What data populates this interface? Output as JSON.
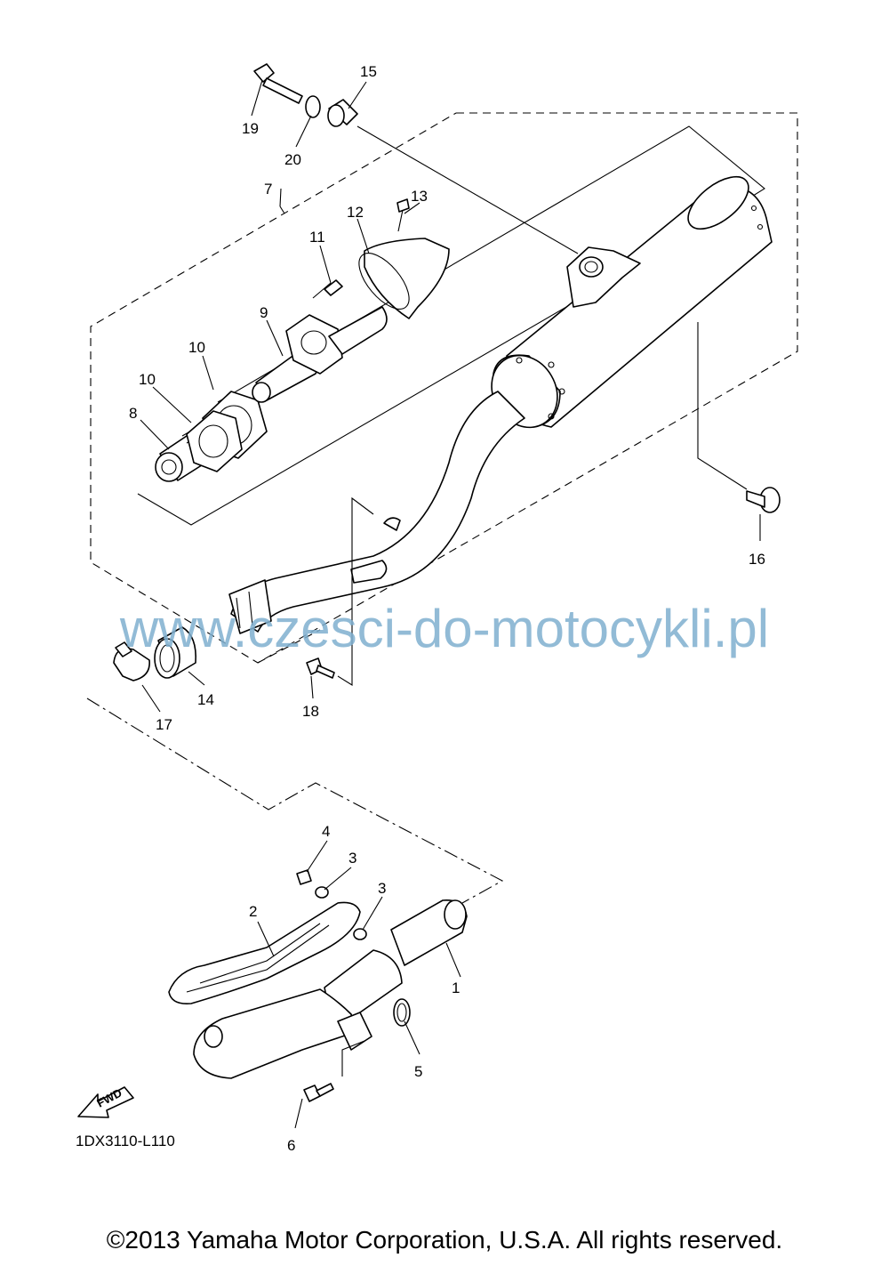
{
  "diagram": {
    "drawing_code": "1DX3110-L110",
    "fwd_label": "FWD",
    "copyright": "©2013 Yamaha Motor Corporation, U.S.A. All rights reserved.",
    "watermark": "www.czesci-do-motocykli.pl",
    "callouts": [
      "1",
      "2",
      "3",
      "3",
      "4",
      "5",
      "6",
      "7",
      "8",
      "9",
      "10",
      "10",
      "11",
      "12",
      "13",
      "14",
      "15",
      "16",
      "17",
      "18",
      "19",
      "20"
    ]
  }
}
